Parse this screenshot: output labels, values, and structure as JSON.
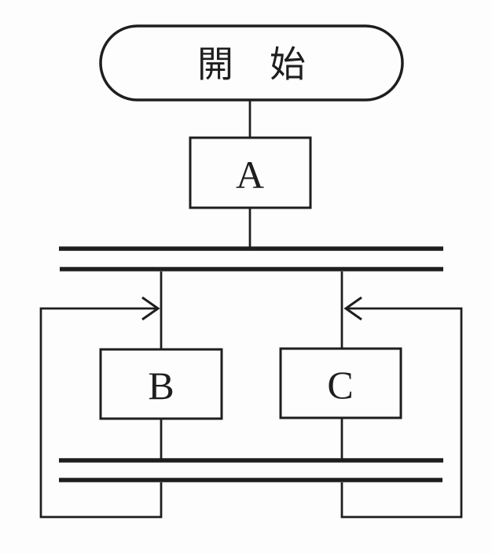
{
  "colors": {
    "ink": "#1e1e1e",
    "background": "#fdfdfd"
  },
  "flowchart": {
    "start": {
      "label": "開　始",
      "shape": "terminal"
    },
    "processes": [
      {
        "label": "A",
        "shape": "process"
      },
      {
        "label": "B",
        "shape": "process"
      },
      {
        "label": "C",
        "shape": "process"
      }
    ],
    "structure": {
      "fork": "double-bar",
      "join": "double-bar",
      "loops": [
        "left-loop-to-B",
        "right-loop-to-C"
      ]
    }
  }
}
